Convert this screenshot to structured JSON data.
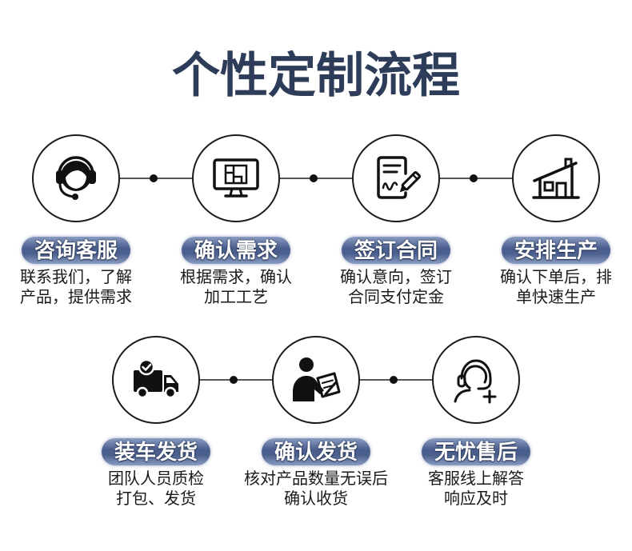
{
  "title": "个性定制流程",
  "colors": {
    "background": "#ffffff",
    "title": "#2d3c58",
    "text": "#1a1a1a",
    "circle_stroke": "#1a1a1a",
    "icon": "#111111",
    "connector": "#555555",
    "connector_dot": "#111111",
    "pill_light": "#8a9cc1",
    "pill_dark": "#4b5f8f",
    "pill_text": "#ffffff"
  },
  "steps": [
    {
      "label": "咨询客服",
      "description": [
        "联系我们，了解",
        "产品，提供需求"
      ],
      "icon": "customer-service-headset-icon"
    },
    {
      "label": "确认需求",
      "description": [
        "根据需求，确认",
        "加工工艺"
      ],
      "icon": "computer-monitor-icon"
    },
    {
      "label": "签订合同",
      "description": [
        "确认意向，签订",
        "合同支付定金"
      ],
      "icon": "contract-document-pen-icon"
    },
    {
      "label": "安排生产",
      "description": [
        "确认下单后，排",
        "单快速生产"
      ],
      "icon": "factory-building-icon"
    },
    {
      "label": "装车发货",
      "description": [
        "团队人员质检",
        "打包、发货"
      ],
      "icon": "delivery-truck-check-icon"
    },
    {
      "label": "确认发货",
      "description": [
        "核对产品数量无误后",
        "确认收货"
      ],
      "icon": "person-clipboard-icon"
    },
    {
      "label": "无忧售后",
      "description": [
        "客服线上解答",
        "响应及时"
      ],
      "icon": "after-sales-support-icon"
    }
  ]
}
